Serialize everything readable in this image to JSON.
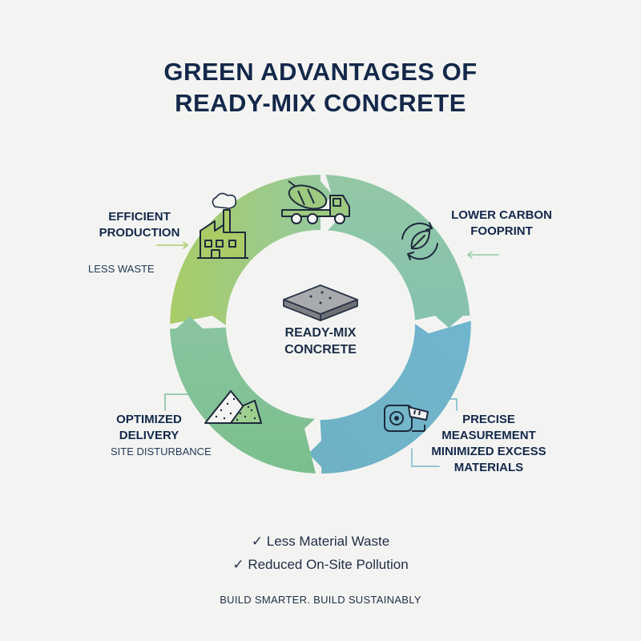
{
  "title": {
    "line1": "GREEN ADVANTAGES OF",
    "line2": "READY-MIX CONCRETE"
  },
  "center": {
    "line1": "READY-MIX",
    "line2": "CONCRETE"
  },
  "segments": [
    {
      "label_lines": [
        "EFFICIENT",
        "PRODUCTION"
      ],
      "subtext": "LESS WASTE",
      "icon": "factory-icon",
      "color": "#a9cc67"
    },
    {
      "label_lines": [
        "LOWER CARBON",
        "FOOPRINT"
      ],
      "subtext": "",
      "icon": "leaf-cycle-icon",
      "color": "#93c8a4"
    },
    {
      "label_lines": [
        "PRECISE",
        "MEASUREMENT",
        "MINIMIZED EXCESS",
        "MATERIALS"
      ],
      "subtext": "",
      "icon": "tape-measure-icon",
      "color": "#74b7cb"
    },
    {
      "label_lines": [
        "OPTIMIZED",
        "DELIVERY"
      ],
      "subtext": "SITE DISTURBANCE",
      "icon": "aggregate-pile-icon",
      "color": "#7dbf9b"
    }
  ],
  "top_icon": "concrete-mixer-truck-icon",
  "checklist": [
    "Less Material Waste",
    "Reduced On-Site Pollution"
  ],
  "check_symbol": "✓",
  "footer": "BUILD SMARTER. BUILD SUSTAINABLY"
}
